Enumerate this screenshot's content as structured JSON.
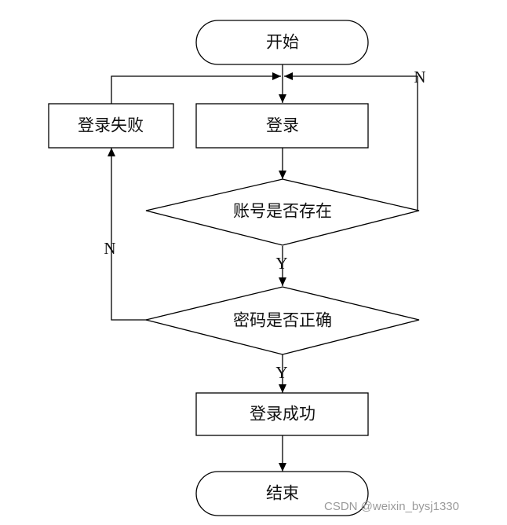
{
  "diagram": {
    "nodes": {
      "start": "开始",
      "login": "登录",
      "login_failed": "登录失败",
      "account_exists": "账号是否存在",
      "password_correct": "密码是否正确",
      "login_success": "登录成功",
      "end": "结束"
    },
    "edge_labels": {
      "account_no": "N",
      "account_yes": "Y",
      "password_no": "N",
      "password_yes": "Y"
    }
  },
  "watermark": "CSDN @weixin_bysj1330"
}
